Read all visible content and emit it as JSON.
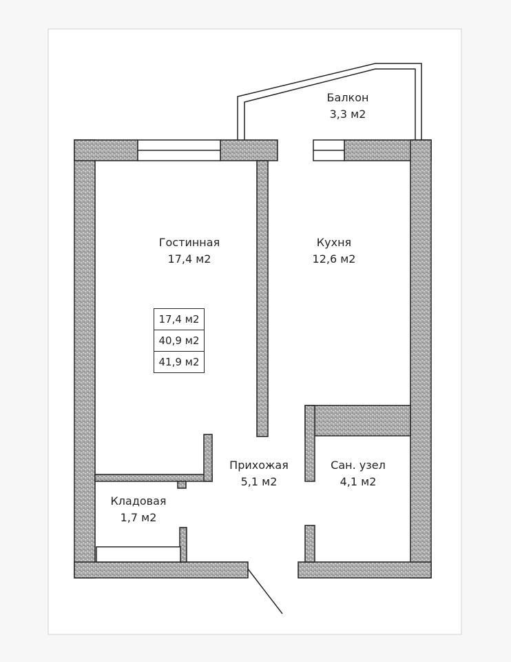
{
  "rooms": {
    "balcony": {
      "name": "Балкон",
      "area": "3,3 м2"
    },
    "living": {
      "name": "Гостинная",
      "area": "17,4 м2"
    },
    "kitchen": {
      "name": "Кухня",
      "area": "12,6 м2"
    },
    "hall": {
      "name": "Прихожая",
      "area": "5,1 м2"
    },
    "bathroom": {
      "name": "Сан. узел",
      "area": "4,1 м2"
    },
    "storage": {
      "name": "Кладовая",
      "area": "1,7 м2"
    }
  },
  "area_summary": [
    "17,4 м2",
    "40,9 м2",
    "41,9 м2"
  ]
}
